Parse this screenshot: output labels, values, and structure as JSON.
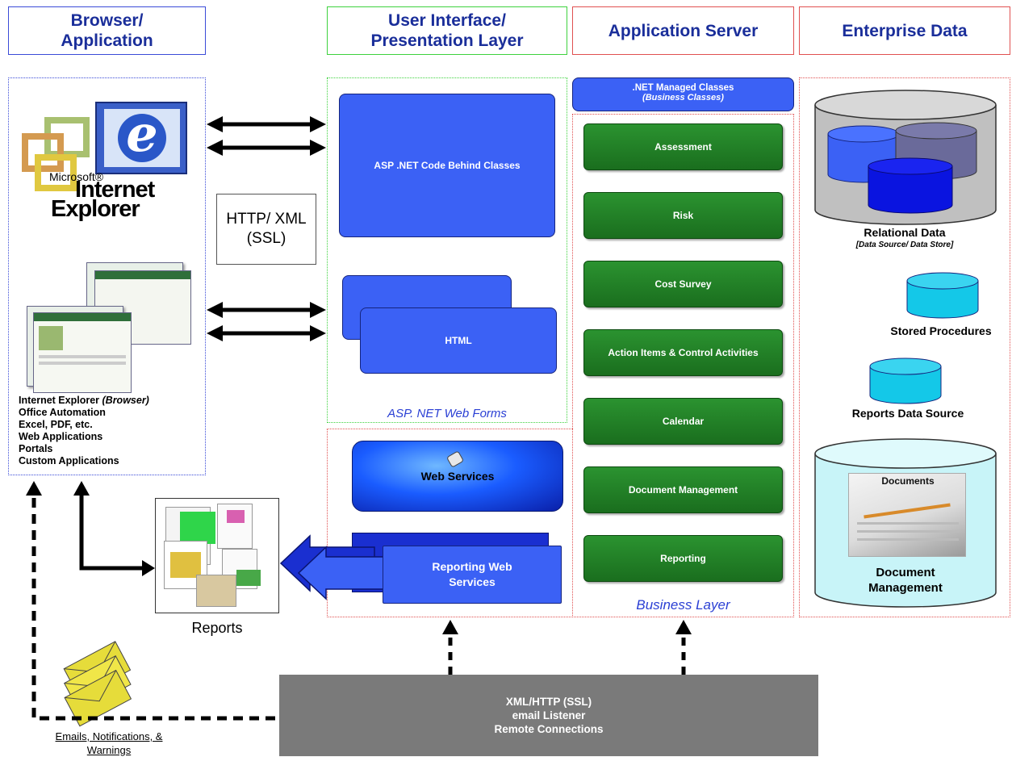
{
  "headers": {
    "browser": "Browser/\nApplication",
    "ui": "User Interface/\nPresentation Layer",
    "app_server": "Application Server",
    "enterprise": "Enterprise Data"
  },
  "browser_panel": {
    "ie_logo_line1": "Microsoft®",
    "ie_logo_line2": "Internet",
    "ie_logo_line3": "Explorer",
    "ie_glyph": "e",
    "list": [
      {
        "bold": "Internet Explorer ",
        "italic": "(Browser)"
      },
      {
        "bold": "Office Automation",
        "italic": ""
      },
      {
        "bold": "Excel, PDF, etc.",
        "italic": ""
      },
      {
        "bold": "Web Applications",
        "italic": ""
      },
      {
        "bold": "Portals",
        "italic": ""
      },
      {
        "bold": "Custom Applications",
        "italic": ""
      }
    ]
  },
  "protocol_box": "HTTP/ XML\n(SSL)",
  "ui_panel": {
    "code_behind": "ASP .NET Code Behind Classes",
    "html": "HTML",
    "web_forms_label": "ASP. NET Web Forms",
    "web_services": "Web Services",
    "reporting_ws": "Reporting Web\nServices"
  },
  "app_server": {
    "managed_title": ".NET Managed Classes",
    "managed_sub": "(Business Classes)",
    "modules": [
      "Assessment",
      "Risk",
      "Cost Survey",
      "Action Items & Control Activities",
      "Calendar",
      "Document Management",
      "Reporting"
    ],
    "layer_label": "Business Layer"
  },
  "enterprise": {
    "relational": "Relational Data",
    "relational_sub": "[Data Source/ Data Store]",
    "stored_procs": "Stored Procedures",
    "reports_ds": "Reports Data Source",
    "documents_caption": "Documents",
    "doc_mgmt": "Document\nManagement"
  },
  "reports_label": "Reports",
  "listener": {
    "line1": "XML/HTTP (SSL)",
    "line2": "email Listener",
    "line3": "Remote Connections"
  },
  "emails_label": "Emails, Notifications, &\nWarnings",
  "colors": {
    "header_text": "#1a2e9a",
    "browser_border": "#3a4bd8",
    "ui_border": "#3ed23e",
    "app_border": "#e05050",
    "module_green": "#1f7d22",
    "class_blue": "#3b61f5",
    "listener_gray": "#7a7a7a"
  }
}
